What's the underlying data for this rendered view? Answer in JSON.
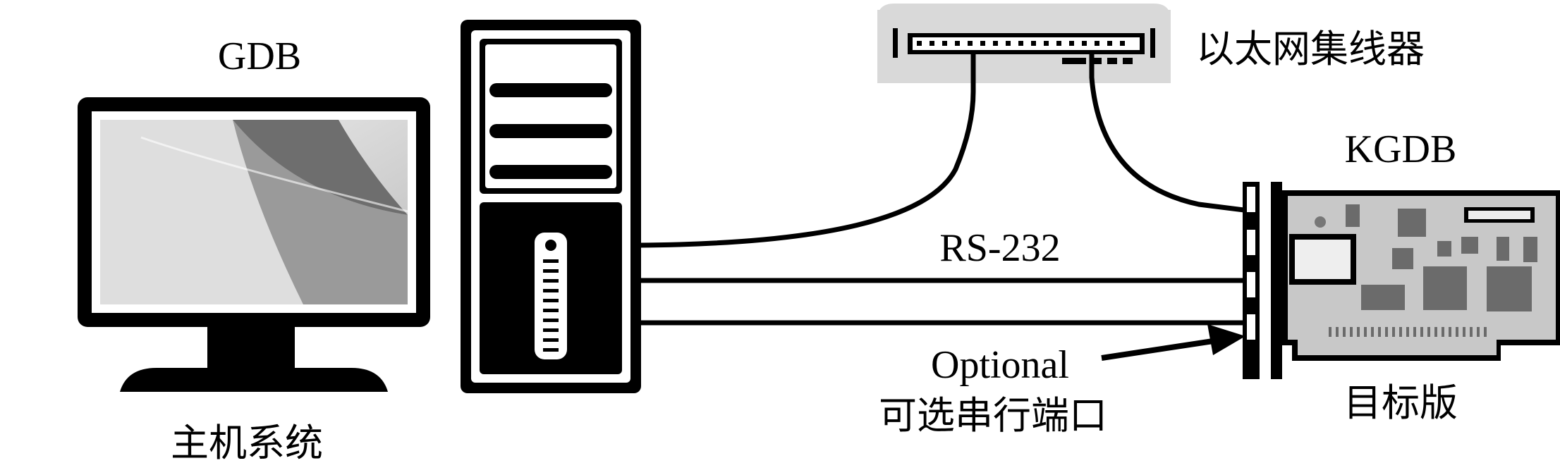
{
  "labels": {
    "host_tool": "GDB",
    "host_system": "主机系统",
    "hub": "以太网集线器",
    "target_tool": "KGDB",
    "target_board": "目标版",
    "serial_link": "RS-232",
    "optional_en": "Optional",
    "optional_zh": "可选串行端口"
  },
  "components": [
    "monitor",
    "tower-pc",
    "ethernet-hub",
    "target-board"
  ],
  "connections": [
    {
      "from": "tower-pc",
      "to": "ethernet-hub",
      "kind": "cable"
    },
    {
      "from": "ethernet-hub",
      "to": "target-board",
      "kind": "cable"
    },
    {
      "from": "tower-pc",
      "to": "target-board",
      "kind": "serial"
    },
    {
      "from": "tower-pc",
      "to": "target-board",
      "kind": "serial-optional"
    }
  ],
  "colors": {
    "line": "#000000",
    "hub_body": "#d9d9d9",
    "board": "#c8c8c8",
    "screen": "#cfcfcf"
  }
}
